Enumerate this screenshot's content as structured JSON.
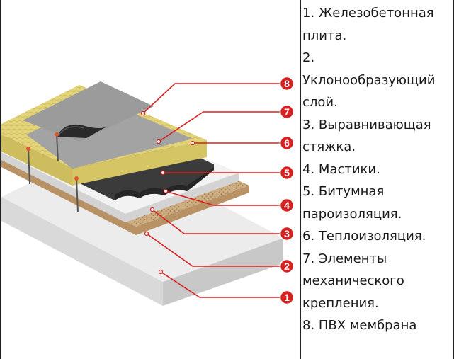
{
  "legend": {
    "items": [
      "1. Железобетонная плита.",
      "2. Уклонообразующий слой.",
      "3. Выравнивающая стяжка.",
      "4. Мастики.",
      "5. Битумная пароизоляция.",
      "6. Теплоизоляция.",
      "7. Элементы механического крепления.",
      "8. ПВХ мембрана"
    ]
  },
  "callouts": [
    "8",
    "7",
    "6",
    "5",
    "4",
    "3",
    "2",
    "1"
  ],
  "colors": {
    "callout": "#d92020",
    "slab": "#e6e6e6",
    "screed": "#c8a87a",
    "bitumen": "#3a3a3a",
    "insulation": "#e0d070",
    "membrane": "#9a9a9a"
  }
}
